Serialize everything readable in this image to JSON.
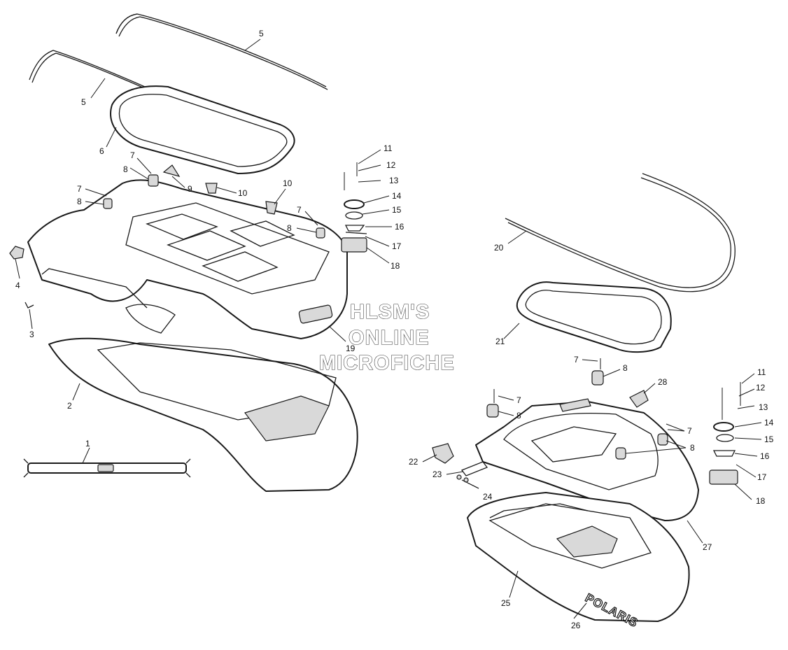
{
  "colors": {
    "line": "#1a1a1a",
    "background": "#ffffff",
    "watermark_outline": "#3a3a3a"
  },
  "watermark": {
    "line1": "HLSM'S",
    "line2": "ONLINE",
    "line3": "MICROFICHE"
  },
  "brand_decal": "POLARIS",
  "left_assembly": {
    "callouts": {
      "c1": "1",
      "c2": "2",
      "c3": "3",
      "c4": "4",
      "c5a": "5",
      "c5b": "5",
      "c6": "6",
      "c7a": "7",
      "c7b": "7",
      "c7c": "7",
      "c8a": "8",
      "c8b": "8",
      "c8c": "8",
      "c9": "9",
      "c10a": "10",
      "c10b": "10",
      "c11": "11",
      "c12": "12",
      "c13": "13",
      "c14": "14",
      "c15": "15",
      "c16": "16",
      "c17": "17",
      "c18": "18",
      "c19": "19"
    }
  },
  "right_assembly": {
    "callouts": {
      "c7a": "7",
      "c7b": "7",
      "c7c": "7",
      "c8a": "8",
      "c8b": "8",
      "c8c": "8",
      "c11": "11",
      "c12": "12",
      "c13": "13",
      "c14": "14",
      "c15": "15",
      "c16": "16",
      "c17": "17",
      "c18": "18",
      "c20": "20",
      "c21": "21",
      "c22": "22",
      "c23": "23",
      "c24": "24",
      "c25": "25",
      "c26": "26",
      "c27": "27",
      "c28": "28"
    }
  }
}
